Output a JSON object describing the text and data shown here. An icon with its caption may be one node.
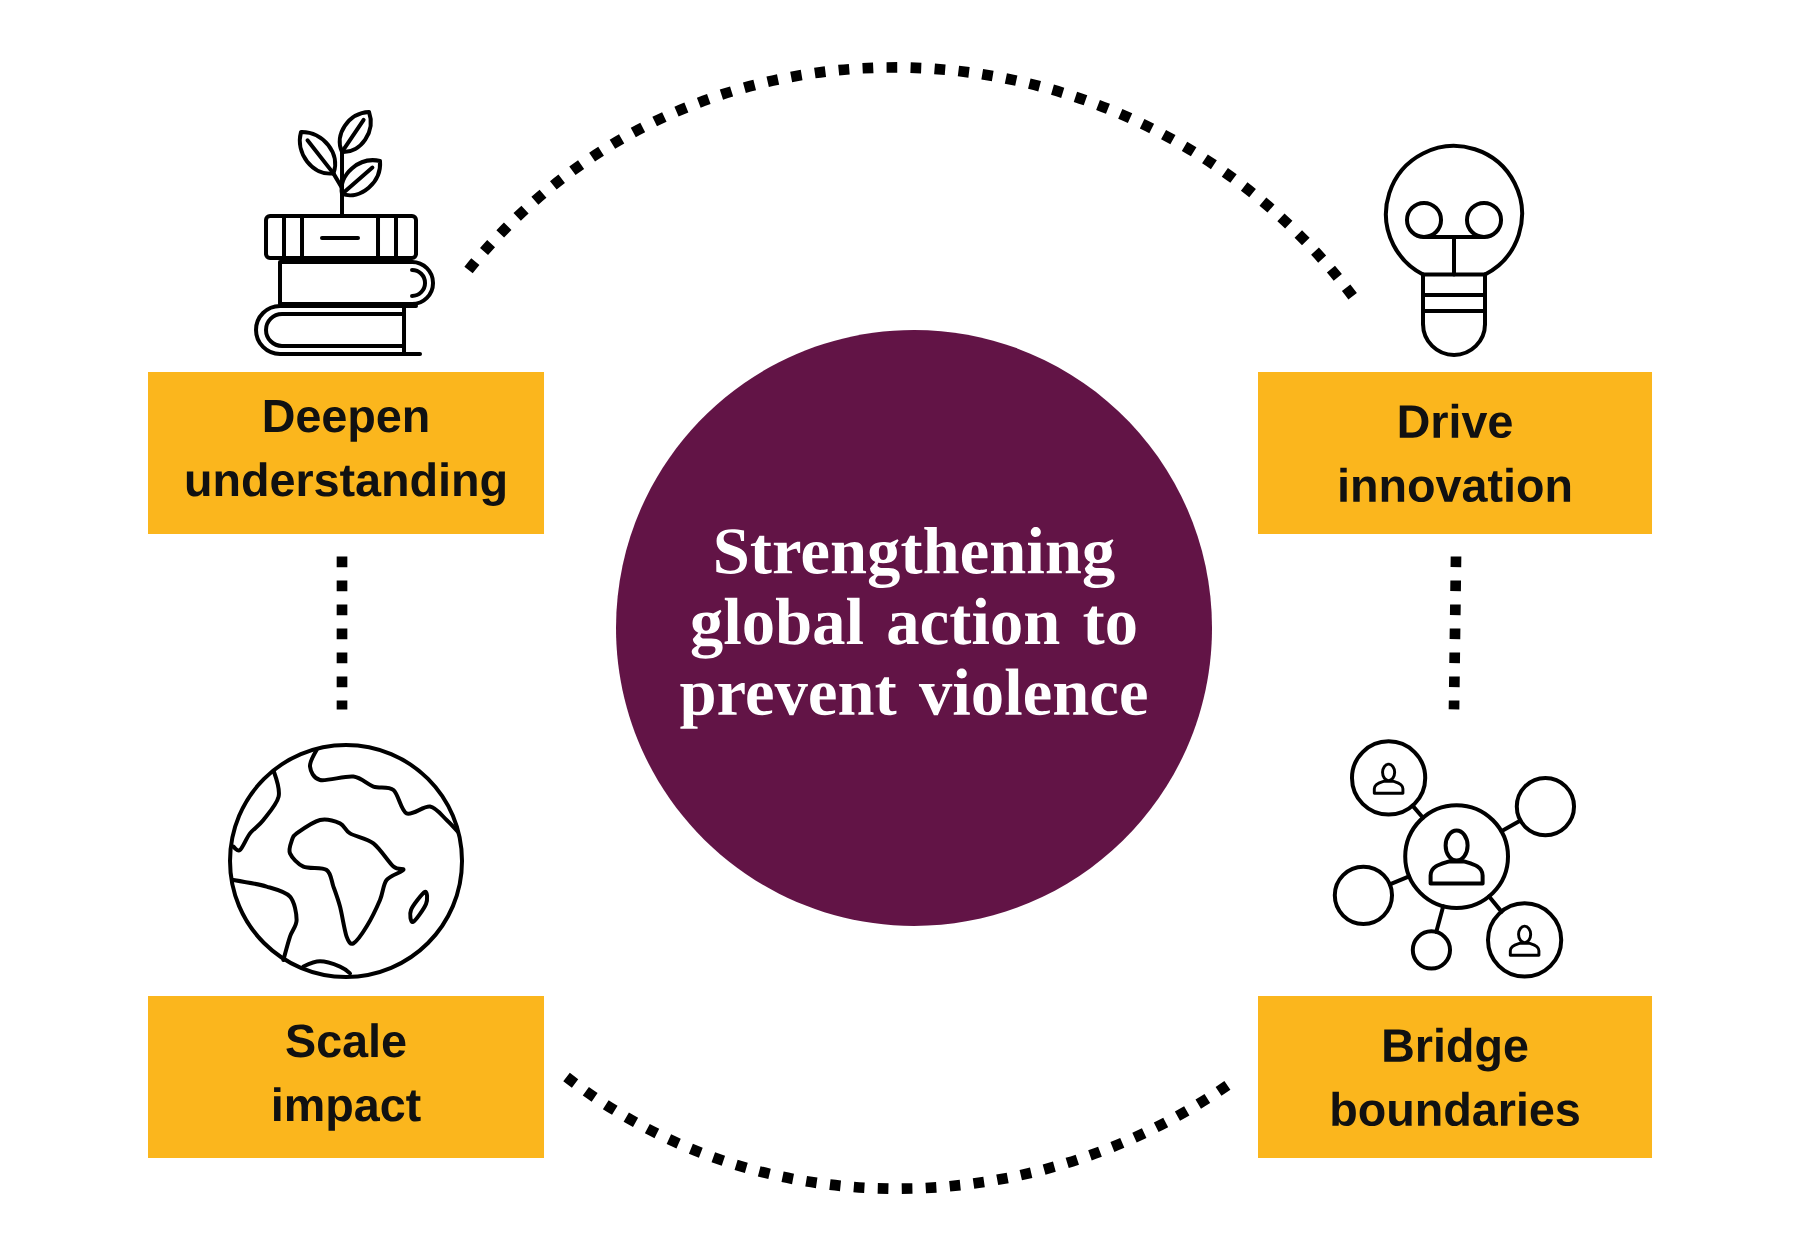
{
  "diagram": {
    "nodes": [
      {
        "text": [
          "Strengthening global action to prevent violence"
        ]
      },
      {
        "text": [],
        "shape": "picture"
      },
      {
        "text": [
          "Deepen understanding"
        ]
      },
      {
        "text": [],
        "shape": "picture"
      },
      {
        "text": [
          "Drive innovation"
        ]
      },
      {
        "text": [],
        "shape": "picture"
      },
      {
        "text": [
          "Scale impact"
        ]
      },
      {
        "text": [],
        "shape": "picture"
      },
      {
        "text": [
          "Bridge boundaries"
        ]
      }
    ],
    "edges": [
      {
        "from": 1,
        "to": 3,
        "arrow": "none"
      },
      {
        "from": 2,
        "to": 5,
        "arrow": "none"
      },
      {
        "from": 4,
        "to": 7,
        "arrow": "none"
      },
      {
        "from": 6,
        "to": 8,
        "arrow": "none"
      }
    ]
  }
}
